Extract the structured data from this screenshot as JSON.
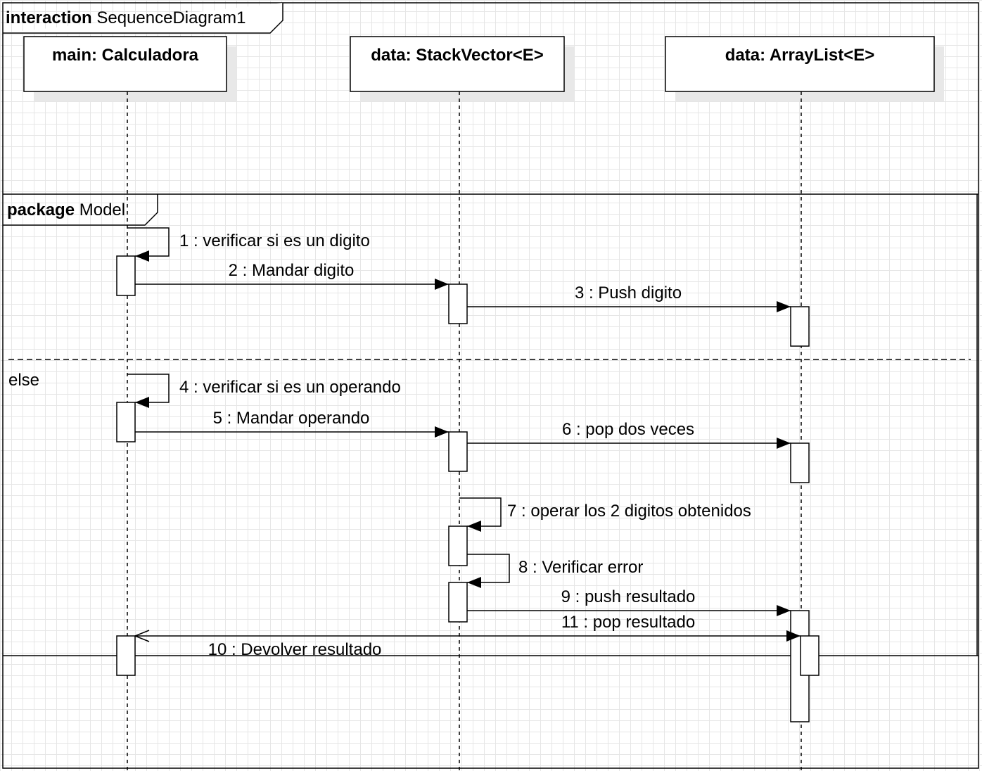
{
  "frame": {
    "keyword": "interaction",
    "name": "SequenceDiagram1"
  },
  "fragment": {
    "keyword": "package",
    "name": "Model",
    "else_label": "else"
  },
  "lifelines": [
    {
      "id": "calc",
      "title": "main: Calculadora"
    },
    {
      "id": "stack",
      "title": "data: StackVector<E>"
    },
    {
      "id": "list",
      "title": "data: ArrayList<E>"
    }
  ],
  "messages": [
    {
      "n": "1",
      "label": "1 : verificar si es un digito",
      "from": "calc",
      "to": "calc",
      "kind": "self"
    },
    {
      "n": "2",
      "label": "2 : Mandar digito",
      "from": "calc",
      "to": "stack",
      "kind": "sync"
    },
    {
      "n": "3",
      "label": "3 : Push digito",
      "from": "stack",
      "to": "list",
      "kind": "sync"
    },
    {
      "n": "4",
      "label": "4 : verificar si es un operando",
      "from": "calc",
      "to": "calc",
      "kind": "self"
    },
    {
      "n": "5",
      "label": "5 : Mandar operando",
      "from": "calc",
      "to": "stack",
      "kind": "sync"
    },
    {
      "n": "6",
      "label": "6 : pop dos veces",
      "from": "stack",
      "to": "list",
      "kind": "sync"
    },
    {
      "n": "7",
      "label": "7 : operar los 2 digitos obtenidos",
      "from": "stack",
      "to": "stack",
      "kind": "self"
    },
    {
      "n": "8",
      "label": "8 : Verificar error",
      "from": "stack",
      "to": "stack",
      "kind": "self"
    },
    {
      "n": "9",
      "label": "9 : push resultado",
      "from": "stack",
      "to": "list",
      "kind": "sync"
    },
    {
      "n": "11",
      "label": "11 : pop resultado",
      "from": "calc",
      "to": "list",
      "kind": "sync"
    },
    {
      "n": "10",
      "label": "10 : Devolver resultado",
      "from": "list",
      "to": "calc",
      "kind": "reply"
    }
  ],
  "colors": {
    "stroke": "#000000",
    "shadow": "#e8e8e8",
    "grid": "#e6e6e6",
    "background": "#ffffff"
  }
}
